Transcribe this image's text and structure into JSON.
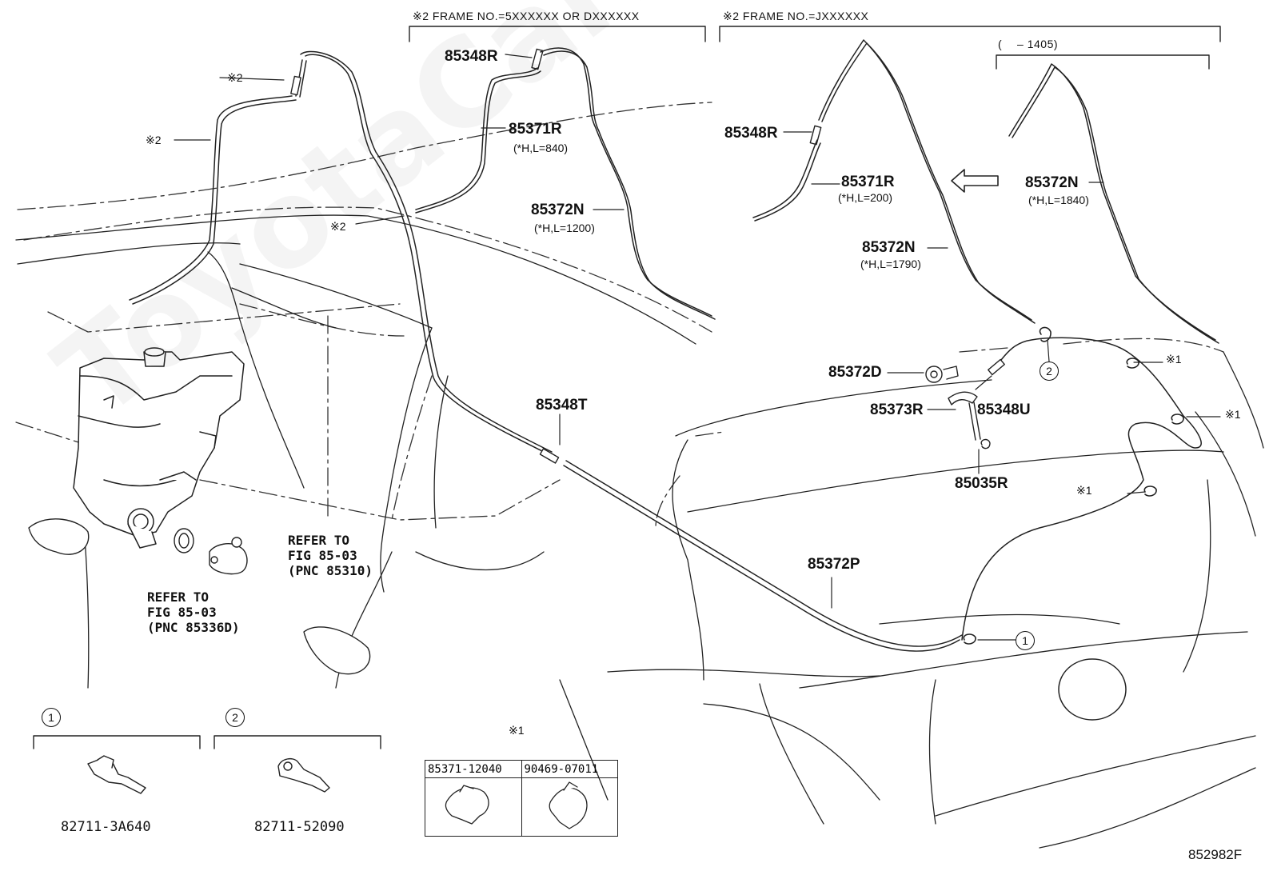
{
  "headers": {
    "frame_5": "※2 FRAME NO.=5XXXXXX OR DXXXXXX",
    "frame_j": "※2 FRAME NO.=JXXXXXX",
    "range": "(  – 1405)"
  },
  "marks": {
    "note2": "※2",
    "note1": "※1"
  },
  "parts": {
    "p85348R_a": "85348R",
    "p85371R_a": "85371R",
    "p85371R_a_spec": "(*H,L=840)",
    "p85372N_a": "85372N",
    "p85372N_a_spec": "(*H,L=1200)",
    "p85348R_b": "85348R",
    "p85371R_b": "85371R",
    "p85371R_b_spec": "(*H,L=200)",
    "p85372N_b": "85372N",
    "p85372N_b_spec": "(*H,L=1790)",
    "p85372N_c": "85372N",
    "p85372N_c_spec": "(*H,L=1840)",
    "p85372D": "85372D",
    "p85373R": "85373R",
    "p85348U": "85348U",
    "p85348T": "85348T",
    "p85035R": "85035R",
    "p85372P": "85372P"
  },
  "refs": {
    "ref_a": [
      "REFER TO",
      "FIG 85-03",
      "(PNC 85310)"
    ],
    "ref_b": [
      "REFER TO",
      "FIG 85-03",
      "(PNC 85336D)"
    ]
  },
  "callouts": {
    "one": "1",
    "two": "2"
  },
  "clips": {
    "clip1_part": "82711-3A640",
    "clip2_part": "82711-52090"
  },
  "table": {
    "col1": "85371-12040",
    "col2": "90469-07011"
  },
  "diagram_code": "852982F",
  "watermark": "ToyotaCarMine.ru"
}
